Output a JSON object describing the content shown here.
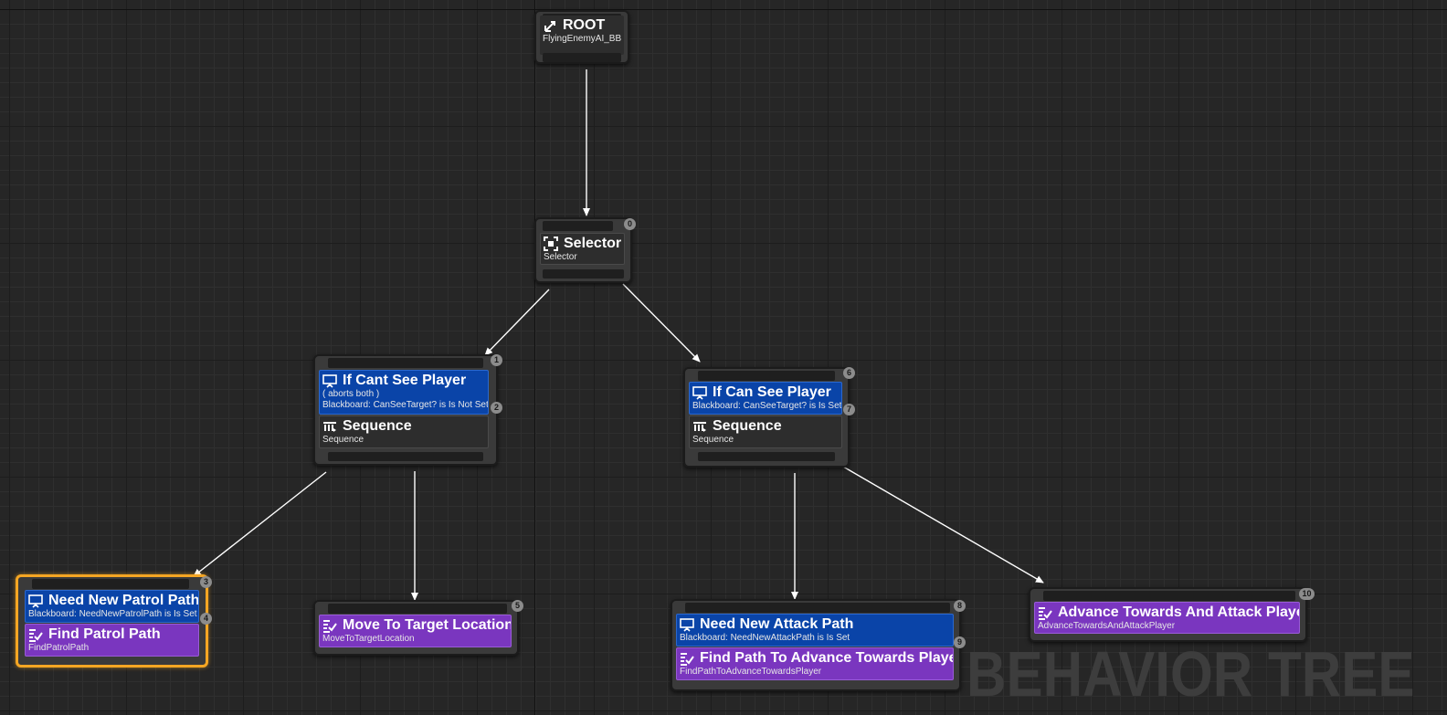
{
  "watermark": "BEHAVIOR TREE",
  "colors": {
    "graph_background": "#262626",
    "decorator": "#0a44a8",
    "task": "#7a36bf",
    "composite": "#2d2d2d",
    "selection": "#f5a623",
    "edge": "#ffffff",
    "badge": "#8c8c8c"
  },
  "root": {
    "title": "ROOT",
    "subtitle": "FlyingEnemyAI_BB",
    "icon": "root-icon"
  },
  "selector": {
    "title": "Selector",
    "subtitle": "Selector",
    "index": "0",
    "icon": "selector-icon"
  },
  "left_branch": {
    "node_index": "1",
    "decorator": {
      "title": "If Cant See Player",
      "line1": "( aborts both )",
      "line2": "Blackboard: CanSeeTarget? is Is Not Set",
      "index": "2",
      "icon": "blackboard-icon"
    },
    "composite": {
      "title": "Sequence",
      "subtitle": "Sequence",
      "icon": "sequence-icon"
    }
  },
  "right_branch": {
    "node_index": "6",
    "decorator": {
      "title": "If Can See Player",
      "line1": "Blackboard: CanSeeTarget? is Is Set",
      "index": "7",
      "icon": "blackboard-icon"
    },
    "composite": {
      "title": "Sequence",
      "subtitle": "Sequence",
      "icon": "sequence-icon"
    }
  },
  "patrol": {
    "node_index": "3",
    "selected": true,
    "decorator": {
      "title": "Need New Patrol Path",
      "line1": "Blackboard: NeedNewPatrolPath is Is Set",
      "index": "4",
      "icon": "blackboard-icon"
    },
    "task": {
      "title": "Find Patrol Path",
      "subtitle": "FindPatrolPath",
      "icon": "task-icon"
    }
  },
  "move": {
    "node_index": "5",
    "task": {
      "title": "Move To Target Location",
      "subtitle": "MoveToTargetLocation",
      "icon": "task-icon"
    }
  },
  "attack_path": {
    "node_index": "8",
    "decorator": {
      "title": "Need New Attack Path",
      "line1": "Blackboard: NeedNewAttackPath is Is Set",
      "index": "9",
      "icon": "blackboard-icon"
    },
    "task": {
      "title": "Find Path To Advance Towards Player",
      "subtitle": "FindPathToAdvanceTowardsPlayer",
      "icon": "task-icon"
    }
  },
  "advance": {
    "node_index": "10",
    "task": {
      "title": "Advance Towards And Attack Player",
      "subtitle": "AdvanceTowardsAndAttackPlayer",
      "icon": "task-icon"
    }
  }
}
